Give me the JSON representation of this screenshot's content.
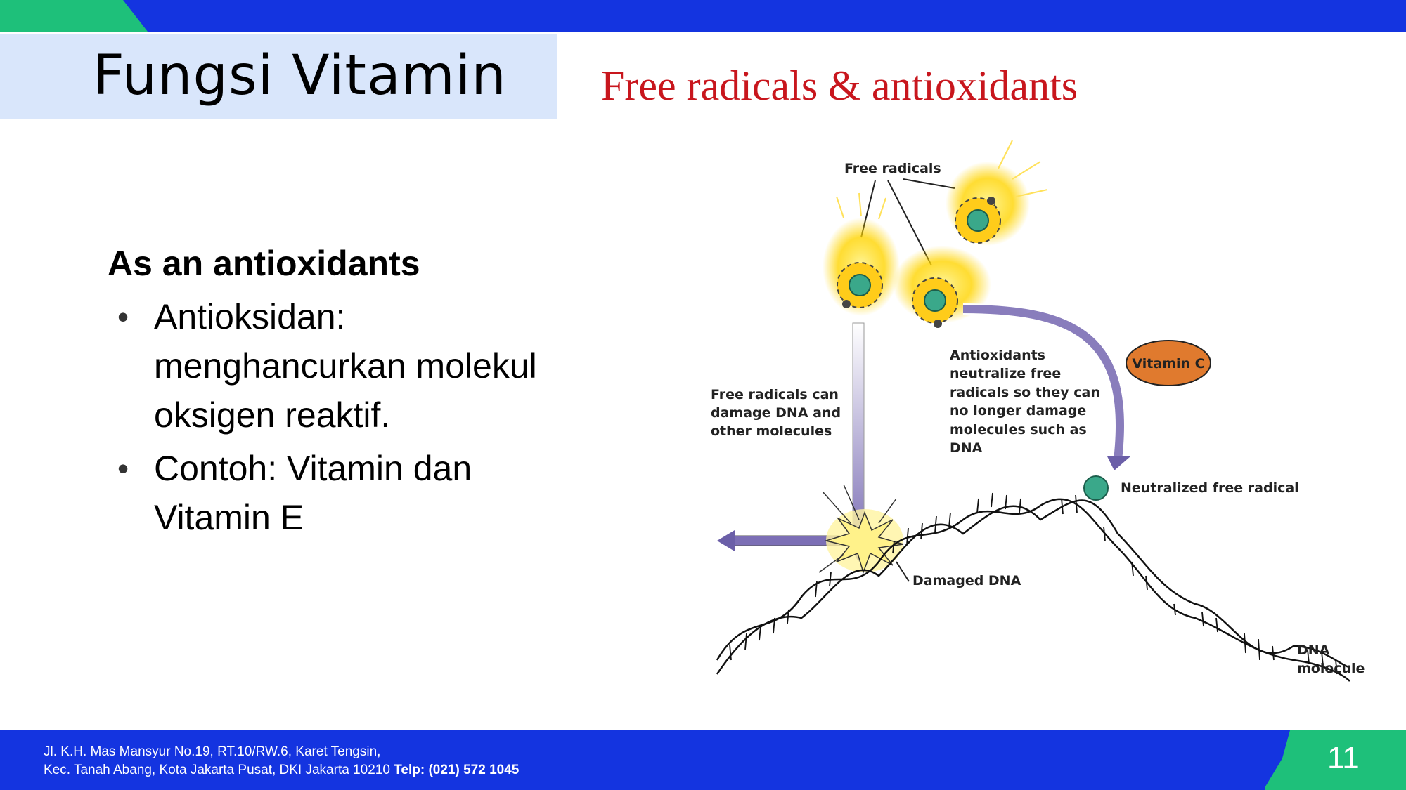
{
  "slide": {
    "title": "Fungsi Vitamin",
    "heading": "As an antioxidants",
    "bullets": [
      "Antioksidan: menghancurkan molekul oksigen reaktif.",
      "Contoh: Vitamin  dan Vitamin E"
    ],
    "page_number": "11"
  },
  "footer": {
    "address_line1": "Jl. K.H. Mas Mansyur No.19, RT.10/RW.6, Karet Tengsin,",
    "address_line2": "Kec. Tanah Abang, Kota Jakarta Pusat, DKI Jakarta 10210",
    "phone": "Telp: (021) 572 1045"
  },
  "figure": {
    "title": "Free radicals & antioxidants",
    "labels": {
      "free_radicals": "Free radicals",
      "damage_1": "Free radicals can",
      "damage_2": "damage DNA and",
      "damage_3": "other molecules",
      "anti_1": "Antioxidants",
      "anti_2": "neutralize free",
      "anti_3": "radicals so they can",
      "anti_4": "no longer damage",
      "anti_5": "molecules such as",
      "anti_6": "DNA",
      "vitamin_c": "Vitamin C",
      "neutralized": "Neutralized free radical",
      "damaged_dna": "Damaged DNA",
      "dna_1": "DNA",
      "dna_2": "molecule"
    }
  },
  "colors": {
    "top_bar": "#1434e0",
    "accent_green": "#1ec07a",
    "title_box": "#d9e6fb",
    "figure_title": "#c8161d",
    "vitamin_c_fill": "#e07a2e",
    "radical_center": "#3aa88a"
  }
}
